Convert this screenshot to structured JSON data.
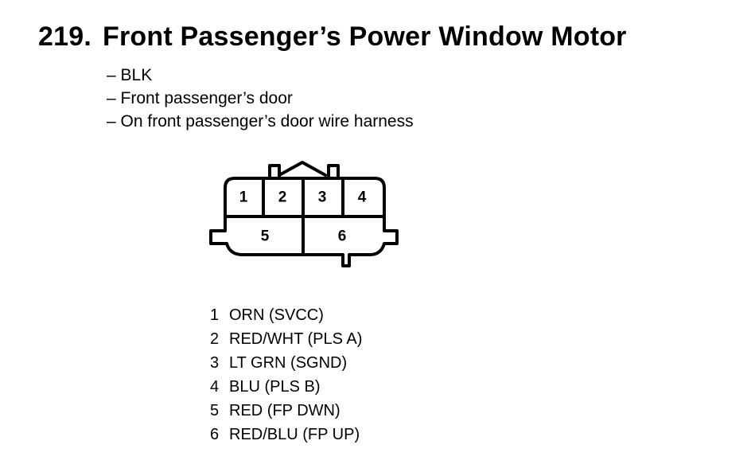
{
  "header": {
    "number": "219.",
    "title": "Front Passenger’s Power Window Motor"
  },
  "notes": [
    "– BLK",
    "– Front passenger’s door",
    "– On front passenger’s door wire harness"
  ],
  "connector": {
    "cavities": [
      "1",
      "2",
      "3",
      "4",
      "5",
      "6"
    ]
  },
  "pins": [
    {
      "num": "1",
      "wire": "ORN (SVCC)"
    },
    {
      "num": "2",
      "wire": "RED/WHT (PLS A)"
    },
    {
      "num": "3",
      "wire": "LT GRN (SGND)"
    },
    {
      "num": "4",
      "wire": "BLU (PLS B)"
    },
    {
      "num": "5",
      "wire": "RED (FP DWN)"
    },
    {
      "num": "6",
      "wire": "RED/BLU (FP UP)"
    }
  ]
}
